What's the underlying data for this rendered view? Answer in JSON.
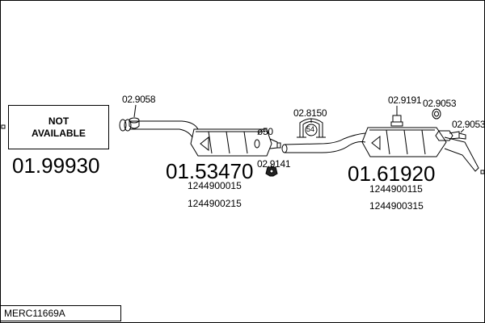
{
  "diagram": {
    "not_available": {
      "line1": "NOT",
      "line2": "AVAILABLE"
    },
    "parts": [
      {
        "code": "01.99930"
      },
      {
        "code": "01.53470",
        "oe": [
          "1244900015",
          "1244900215"
        ]
      },
      {
        "code": "01.61920",
        "oe": [
          "1244900115",
          "1244900315"
        ]
      }
    ],
    "fittings": {
      "f1": "02.9058",
      "f2": "02.9141",
      "f3": "02.8150",
      "f4": "02.9191",
      "f5": "02.9053",
      "f6": "02.9053"
    },
    "diameter": "ø50",
    "clamp_size": "54",
    "title": "MERC11669A"
  }
}
